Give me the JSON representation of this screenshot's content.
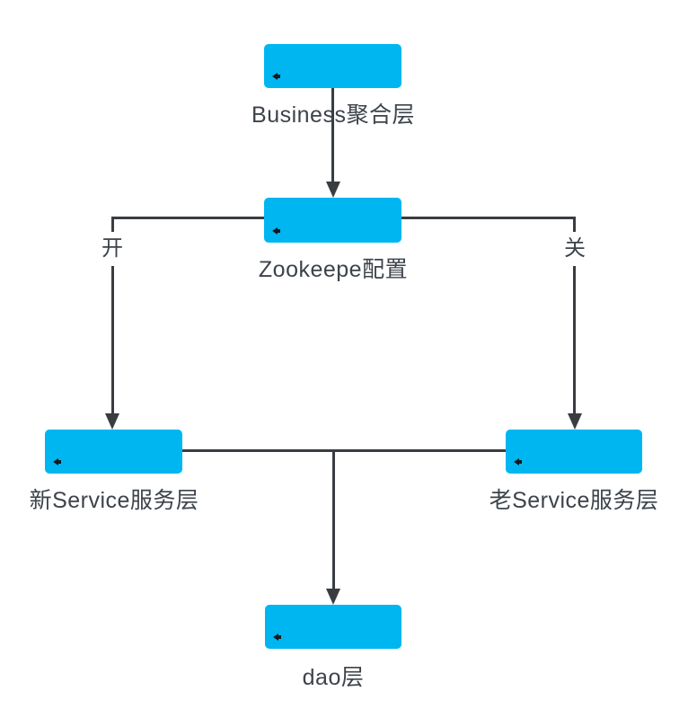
{
  "diagram": {
    "type": "flowchart",
    "colors": {
      "node_fill": "#00b6f1",
      "line": "#393d42",
      "text": "#3d434b",
      "background": "#ffffff"
    },
    "nodes": [
      {
        "id": "business-layer",
        "label": "Business聚合层"
      },
      {
        "id": "zookeeper-config",
        "label": "Zookeepe配置"
      },
      {
        "id": "new-service-layer",
        "label": "新Service服务层"
      },
      {
        "id": "old-service-layer",
        "label": "老Service服务层"
      },
      {
        "id": "dao-layer",
        "label": "dao层"
      }
    ],
    "edges": [
      {
        "from": "business-layer",
        "to": "zookeeper-config",
        "label": ""
      },
      {
        "from": "zookeeper-config",
        "to": "new-service-layer",
        "label": "开"
      },
      {
        "from": "zookeeper-config",
        "to": "old-service-layer",
        "label": "关"
      },
      {
        "from": "new-service-layer",
        "to": "old-service-layer",
        "label": ""
      },
      {
        "from": "service-layers",
        "to": "dao-layer",
        "label": ""
      }
    ]
  }
}
